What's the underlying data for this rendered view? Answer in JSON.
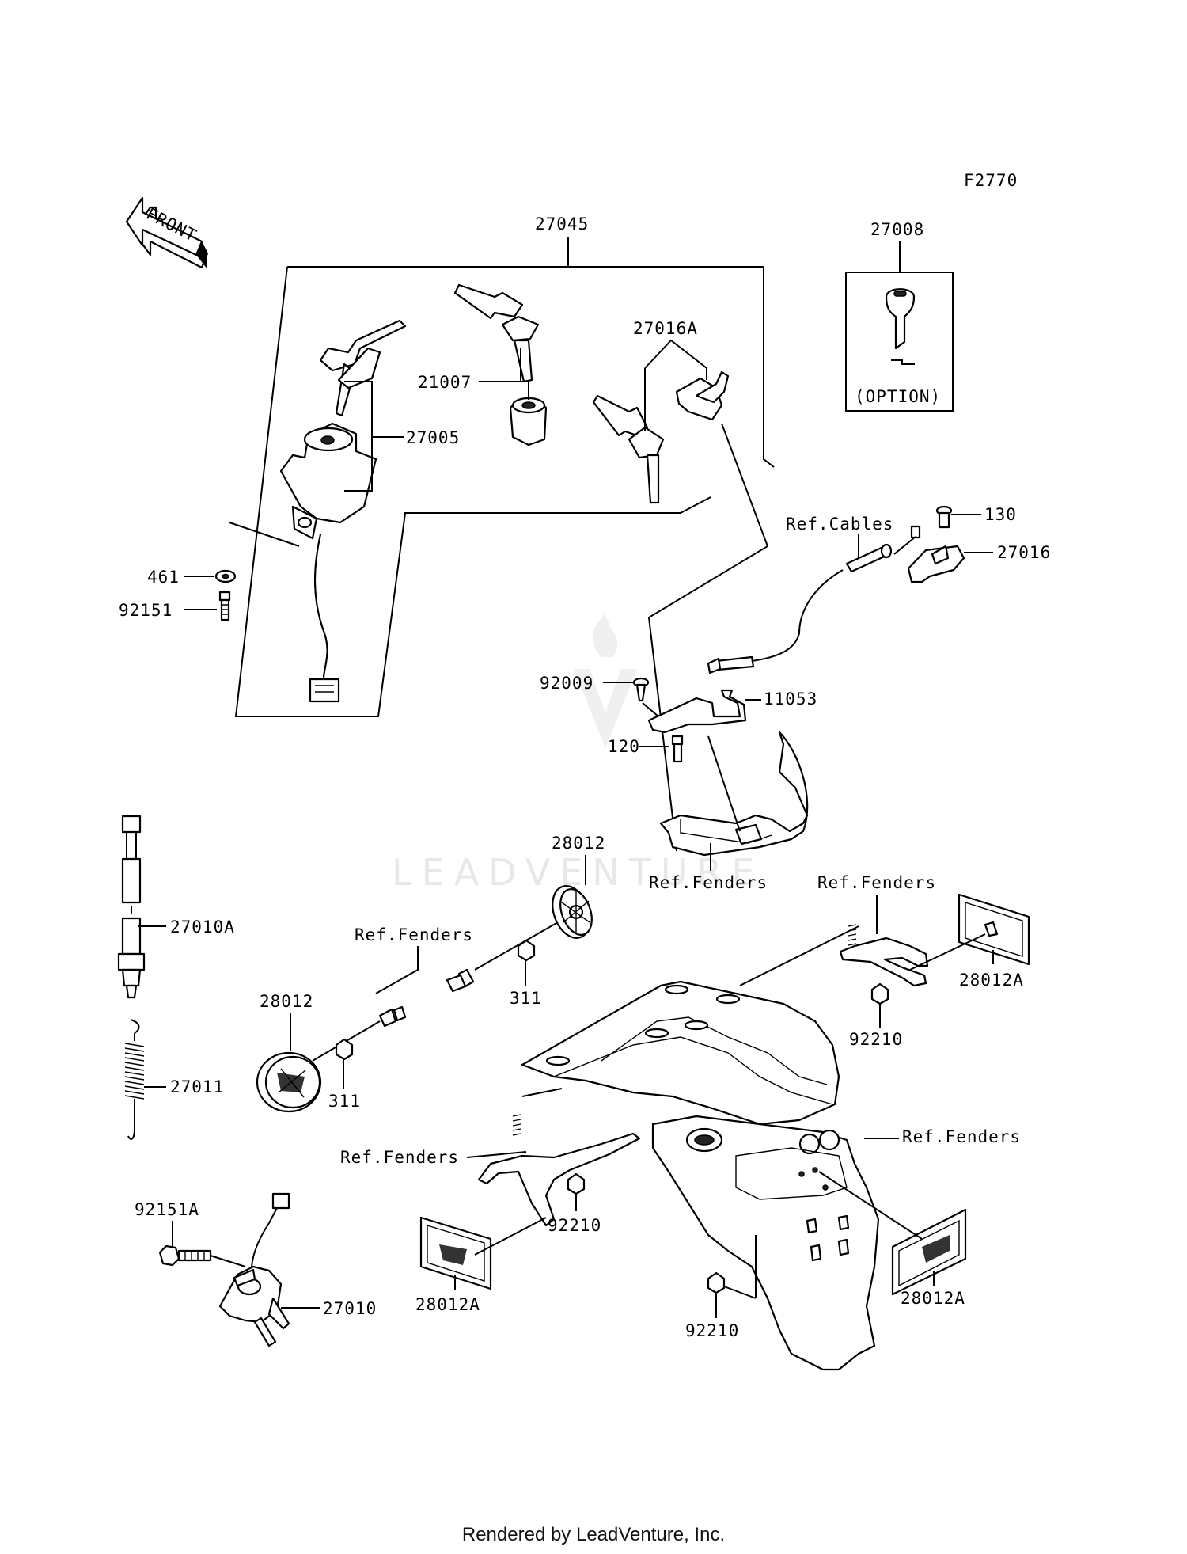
{
  "figure_code": "F2770",
  "front_label": "FRONT",
  "option_label": "(OPTION)",
  "parts": {
    "p27045": "27045",
    "p27008": "27008",
    "p27016A": "27016A",
    "p21007": "21007",
    "p27005": "27005",
    "p461": "461",
    "p92151": "92151",
    "p130": "130",
    "p27016": "27016",
    "p92009": "92009",
    "p11053": "11053",
    "p120": "120",
    "p28012_top": "28012",
    "p27010A": "27010A",
    "p28012_left": "28012",
    "p311_a": "311",
    "p311_b": "311",
    "p28012A_right": "28012A",
    "p92210_a": "92210",
    "p27011": "27011",
    "p92151A": "92151A",
    "p92210_b": "92210",
    "p27010": "27010",
    "p28012A_left": "28012A",
    "p92210_c": "92210",
    "p28012A_bottom": "28012A"
  },
  "refs": {
    "cables": "Ref.Cables",
    "fenders_mid": "Ref.Fenders",
    "fenders_left": "Ref.Fenders",
    "fenders_right_top": "Ref.Fenders",
    "fenders_bracket": "Ref.Fenders",
    "fenders_right": "Ref.Fenders"
  },
  "watermark": "LEADVENTURE",
  "footer": "Rendered by LeadVenture, Inc."
}
